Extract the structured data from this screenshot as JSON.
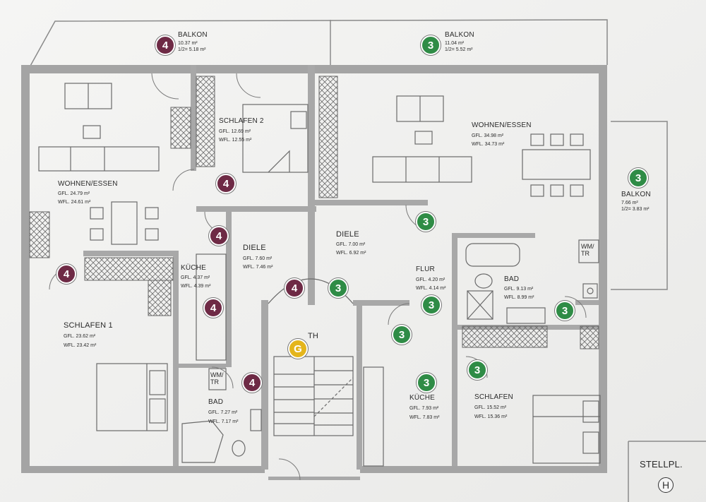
{
  "units": {
    "balkon_nw": {
      "name": "BALKON",
      "gfl": "10.37 m²",
      "half": "1/2= 5.18 m²",
      "unit": "4"
    },
    "balkon_ne": {
      "name": "BALKON",
      "gfl": "11.04 m²",
      "half": "1/2= 5.52 m²",
      "unit": "3"
    },
    "balkon_e": {
      "name": "BALKON",
      "gfl": "7.66 m²",
      "half": "1/2= 3.83 m²",
      "unit": "3"
    },
    "wohnen_w": {
      "name": "WOHNEN/ESSEN",
      "gfl": "GFL. 24.79 m²",
      "wfl": "WFL. 24.61 m²"
    },
    "schlafen2": {
      "name": "SCHLAFEN 2",
      "gfl": "GFL. 12.69 m²",
      "wfl": "WFL. 12.55 m²"
    },
    "wohnen_e": {
      "name": "WOHNEN/ESSEN",
      "gfl": "GFL. 34.98 m²",
      "wfl": "WFL. 34.73 m²"
    },
    "diele_w": {
      "name": "DIELE",
      "gfl": "GFL. 7.60 m²",
      "wfl": "WFL. 7.46 m²"
    },
    "kueche_w": {
      "name": "KÜCHE",
      "gfl": "GFL. 4.37 m²",
      "wfl": "WFL. 4.39 m²"
    },
    "diele_e": {
      "name": "DIELE",
      "gfl": "GFL. 7.00 m²",
      "wfl": "WFL. 6.92 m²"
    },
    "flur": {
      "name": "FLUR",
      "gfl": "GFL. 4.20 m²",
      "wfl": "WFL. 4.14 m²"
    },
    "bad_e": {
      "name": "BAD",
      "gfl": "GFL. 9.13 m²",
      "wfl": "WFL. 8.99 m²"
    },
    "schlafen1": {
      "name": "SCHLAFEN 1",
      "gfl": "GFL. 23.62 m²",
      "wfl": "WFL. 23.42 m²"
    },
    "bad_w": {
      "name": "BAD",
      "gfl": "GFL. 7.27 m²",
      "wfl": "WFL. 7.17 m²"
    },
    "kueche_e": {
      "name": "KÜCHE",
      "gfl": "GFL. 7.93 m²",
      "wfl": "WFL. 7.83 m²"
    },
    "schlafen_e": {
      "name": "SCHLAFEN",
      "gfl": "GFL. 15.52 m²",
      "wfl": "WFL. 15.36 m²"
    }
  },
  "labels": {
    "th": "TH",
    "wmtr_w": "WM/\nTR",
    "wmtr_e": "WM/\nTR",
    "stellplatz": "STELLPL."
  },
  "markers": {
    "four": "4",
    "three": "3",
    "g": "G",
    "h": "H"
  },
  "colors": {
    "unit4": "#6e2a45",
    "unit3": "#2f8c46",
    "stair": "#e4b51c",
    "wall": "#9a9a9a",
    "paper": "#f2f2f0"
  }
}
